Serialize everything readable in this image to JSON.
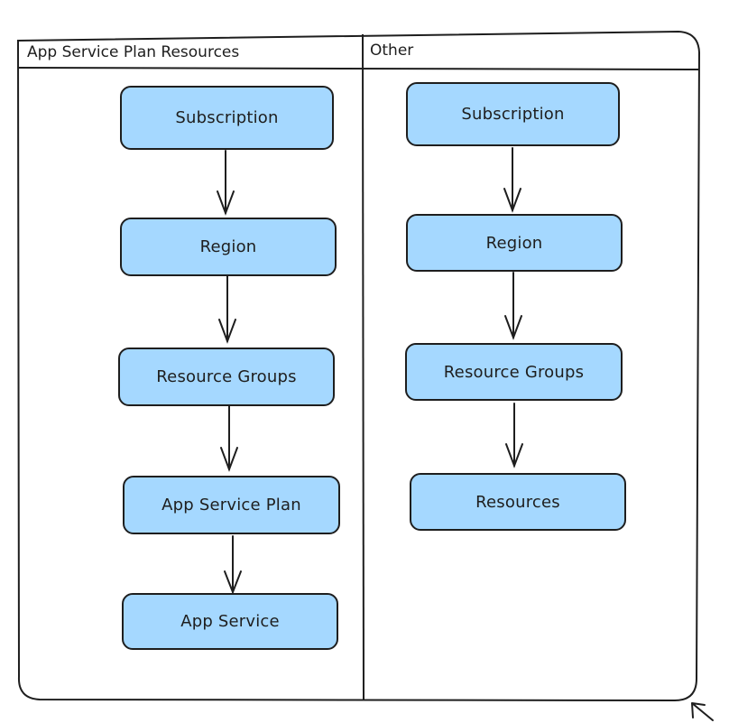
{
  "colors": {
    "node_fill": "#a5d8ff",
    "stroke": "#1e1e1e",
    "background": "#ffffff"
  },
  "lanes": [
    {
      "title": "App Service Plan Resources",
      "nodes": [
        {
          "label": "Subscription"
        },
        {
          "label": "Region"
        },
        {
          "label": "Resource Groups"
        },
        {
          "label": "App Service Plan"
        },
        {
          "label": "App Service"
        }
      ]
    },
    {
      "title": "Other",
      "nodes": [
        {
          "label": "Subscription"
        },
        {
          "label": "Region"
        },
        {
          "label": "Resource Groups"
        },
        {
          "label": "Resources"
        }
      ]
    }
  ]
}
